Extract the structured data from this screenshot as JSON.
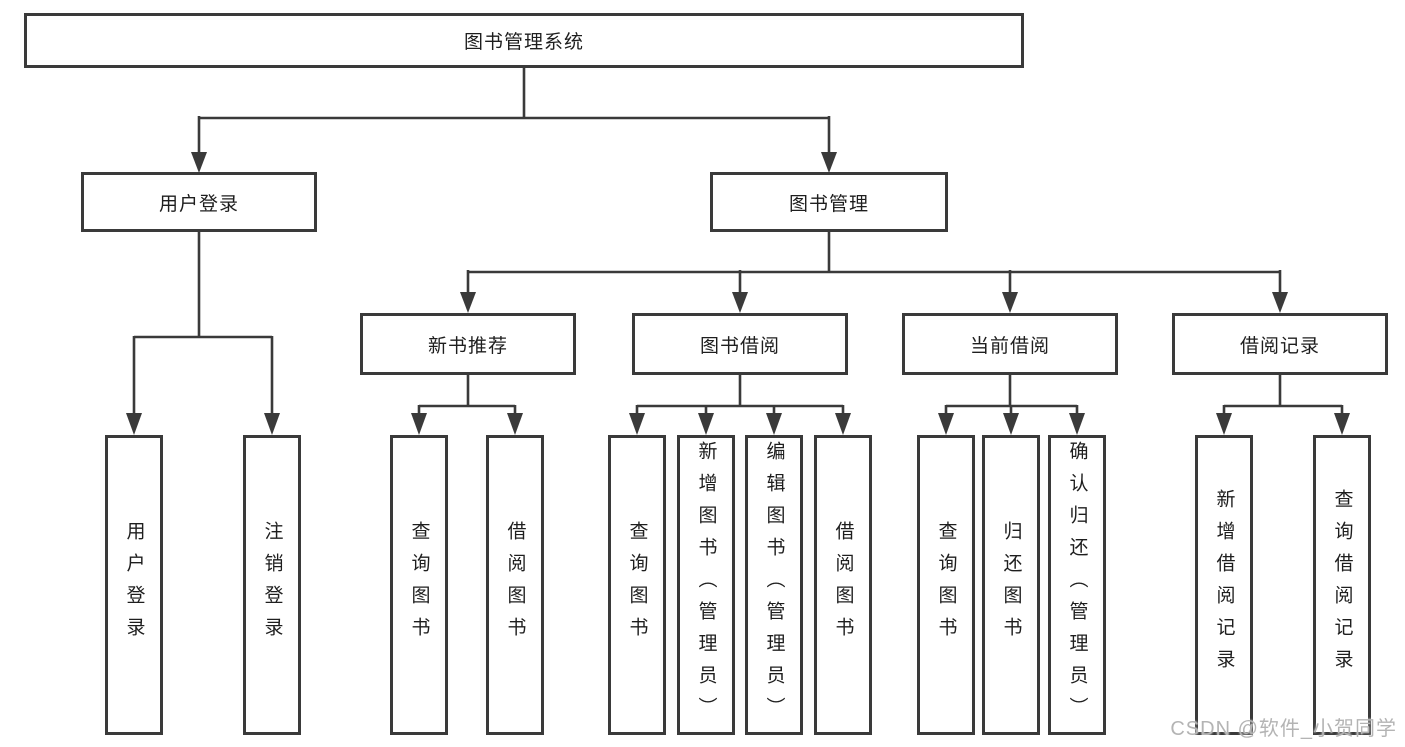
{
  "diagram": {
    "root": {
      "label": "图书管理系统",
      "children": [
        {
          "label": "用户登录",
          "children": [
            {
              "label": "用户登录"
            },
            {
              "label": "注销登录"
            }
          ]
        },
        {
          "label": "图书管理",
          "children": [
            {
              "label": "新书推荐",
              "children": [
                {
                  "label": "查询图书"
                },
                {
                  "label": "借阅图书"
                }
              ]
            },
            {
              "label": "图书借阅",
              "children": [
                {
                  "label": "查询图书"
                },
                {
                  "label": "新增图书（管理员）"
                },
                {
                  "label": "编辑图书（管理员）"
                },
                {
                  "label": "借阅图书"
                }
              ]
            },
            {
              "label": "当前借阅",
              "children": [
                {
                  "label": "查询图书"
                },
                {
                  "label": "归还图书"
                },
                {
                  "label": "确认归还（管理员）"
                }
              ]
            },
            {
              "label": "借阅记录",
              "children": [
                {
                  "label": "新增借阅记录"
                },
                {
                  "label": "查询借阅记录"
                }
              ]
            }
          ]
        }
      ]
    },
    "watermark": "CSDN @软件_小贺同学",
    "colors": {
      "line": "#3a3a3a",
      "box_border": "#3a3a3a",
      "box_fill": "#ffffff",
      "text": "#1e1e1e",
      "watermark": "#b4b4b4",
      "background": "#ffffff"
    }
  }
}
